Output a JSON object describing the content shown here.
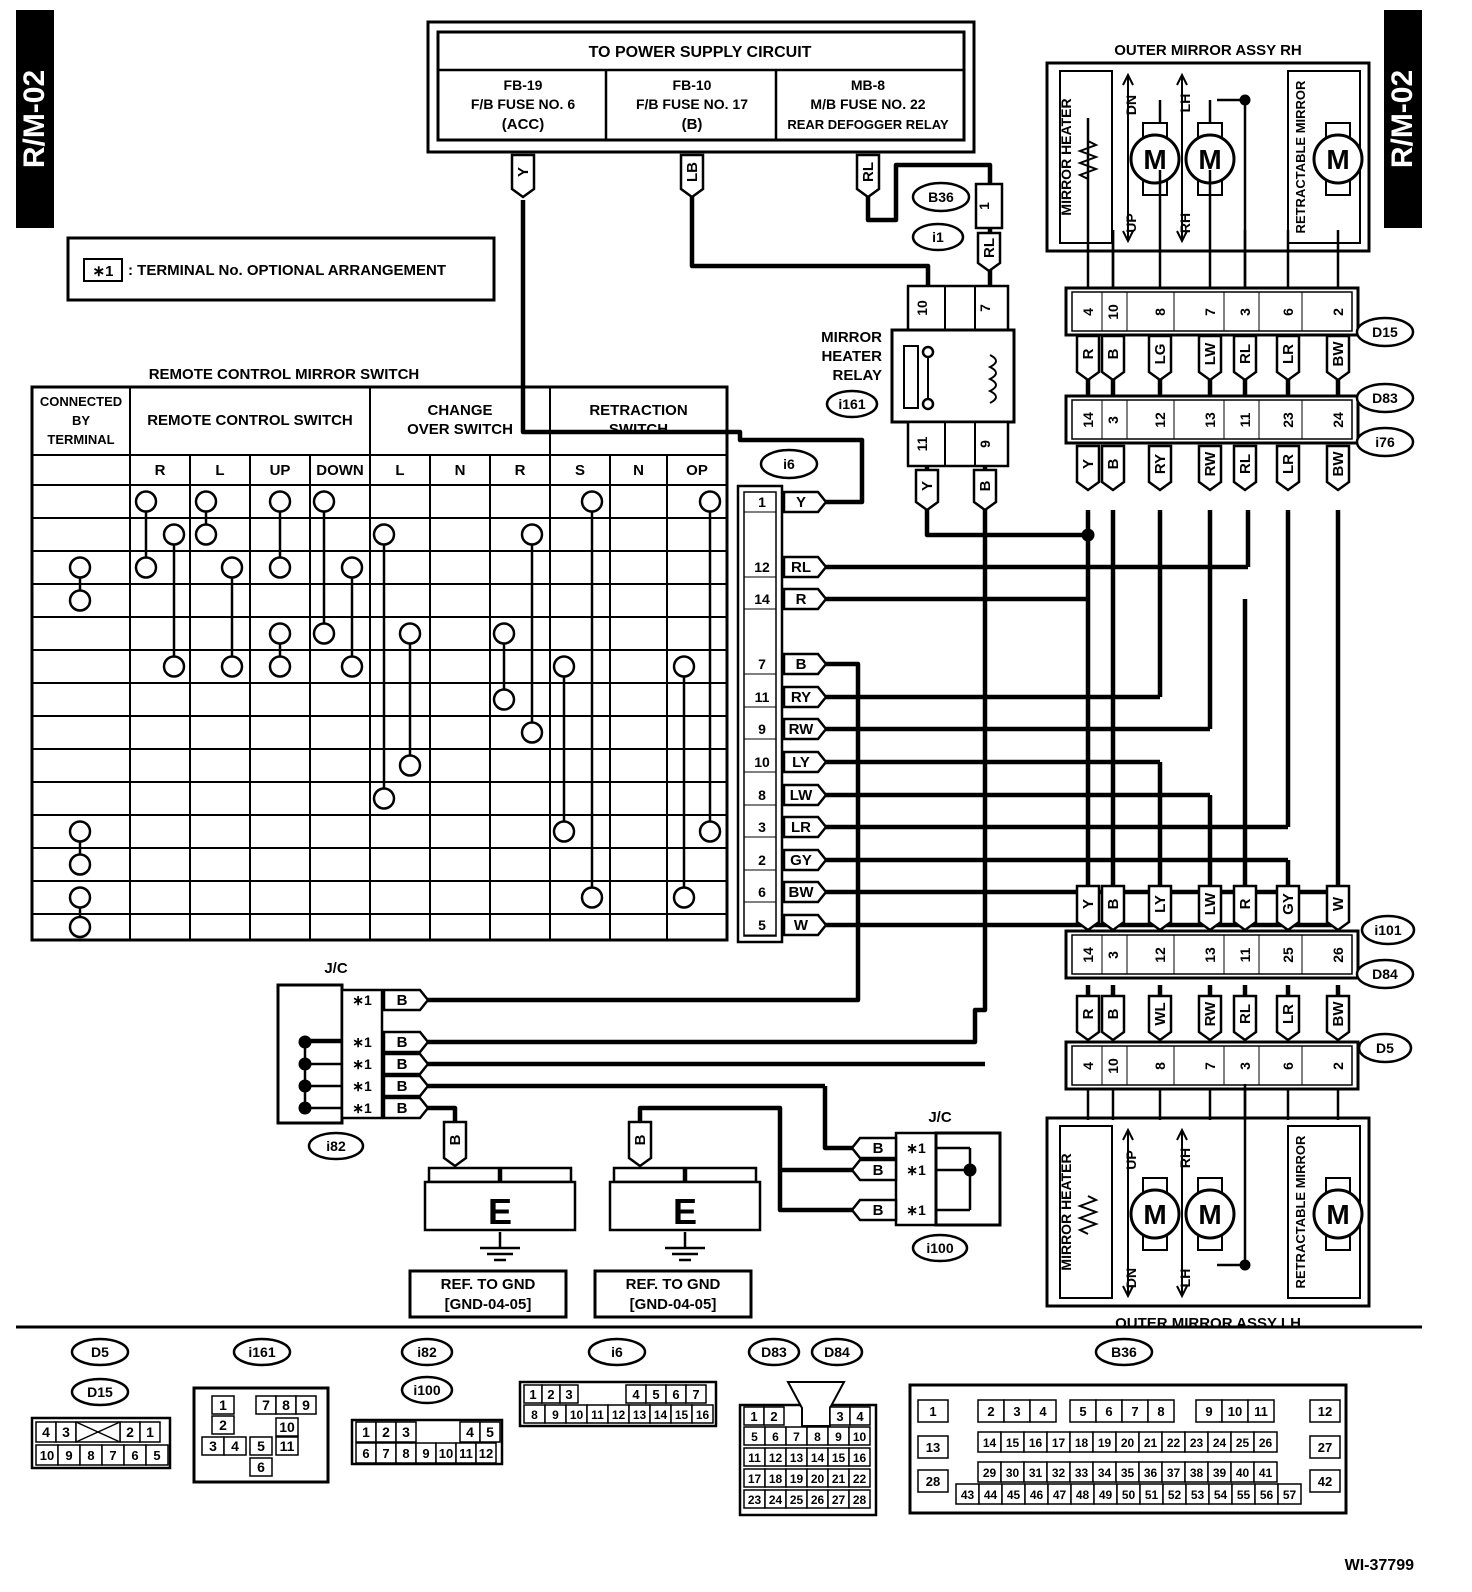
{
  "page_code": "R/M-02",
  "figure_id": "WI-37799",
  "note": {
    "symbol": "∗1",
    "text": ": TERMINAL No. OPTIONAL ARRANGEMENT"
  },
  "power_supply": {
    "title": "TO POWER SUPPLY CIRCUIT",
    "sources": [
      {
        "line1": "FB-19",
        "line2": "F/B FUSE NO. 6",
        "line3": "(ACC)",
        "wire": "Y"
      },
      {
        "line1": "FB-10",
        "line2": "F/B FUSE NO. 17",
        "line3": "(B)",
        "wire": "LB"
      },
      {
        "line1": "MB-8",
        "line2": "M/B FUSE NO. 22",
        "line3": "REAR DEFOGGER RELAY",
        "wire": "RL"
      }
    ]
  },
  "relay": {
    "label": [
      "MIRROR",
      "HEATER",
      "RELAY"
    ],
    "connector": "i161",
    "top_pins": [
      "10",
      "7"
    ],
    "bottom_pins": [
      "11",
      "9"
    ],
    "bottom_wires": [
      "Y",
      "B"
    ]
  },
  "b36": {
    "connector": "B36",
    "sub_connector": "i1",
    "pin": "1",
    "wire": "RL"
  },
  "switch_table": {
    "title": "REMOTE CONTROL MIRROR SWITCH",
    "col_connected": [
      "CONNECTED",
      "BY",
      "TERMINAL"
    ],
    "groups": [
      {
        "name": "REMOTE CONTROL SWITCH",
        "cols": [
          "R",
          "L",
          "UP",
          "DOWN"
        ]
      },
      {
        "name": "CHANGE OVER SWITCH",
        "cols": [
          "L",
          "N",
          "R"
        ]
      },
      {
        "name": "RETRACTION SWITCH",
        "cols": [
          "S",
          "N",
          "OP"
        ]
      }
    ]
  },
  "i6": {
    "connector": "i6",
    "pins": [
      {
        "pin": "1",
        "wire": "Y"
      },
      {
        "pin": "12",
        "wire": "RL"
      },
      {
        "pin": "14",
        "wire": "R"
      },
      {
        "pin": "7",
        "wire": "B"
      },
      {
        "pin": "11",
        "wire": "RY"
      },
      {
        "pin": "9",
        "wire": "RW"
      },
      {
        "pin": "10",
        "wire": "LY"
      },
      {
        "pin": "8",
        "wire": "LW"
      },
      {
        "pin": "3",
        "wire": "LR"
      },
      {
        "pin": "2",
        "wire": "GY"
      },
      {
        "pin": "6",
        "wire": "BW"
      },
      {
        "pin": "5",
        "wire": "W"
      }
    ]
  },
  "mirror_rh": {
    "title": "OUTER MIRROR ASSY RH",
    "heater": "MIRROR HEATER",
    "retract": "RETRACTABLE MIRROR",
    "motor": "M",
    "dir_left": [
      "DN",
      "UP"
    ],
    "dir_right": [
      "LH",
      "RH"
    ]
  },
  "mirror_lh": {
    "title": "OUTER MIRROR ASSY LH",
    "heater": "MIRROR HEATER",
    "retract": "RETRACTABLE MIRROR",
    "motor": "M",
    "dir_left": [
      "UP",
      "DN"
    ],
    "dir_right": [
      "RH",
      "LH"
    ]
  },
  "rh_harness": {
    "d15": {
      "name": "D15",
      "pins": [
        "4",
        "10",
        "8",
        "7",
        "3",
        "6",
        "2"
      ]
    },
    "wires_mirror": [
      "R",
      "B",
      "LG",
      "LW",
      "RL",
      "LR",
      "BW"
    ],
    "d83": {
      "name": "D83",
      "alt": "i76",
      "pins": [
        "14",
        "3",
        "12",
        "13",
        "11",
        "23",
        "24"
      ]
    },
    "wires_body": [
      "Y",
      "B",
      "RY",
      "RW",
      "RL",
      "LR",
      "BW"
    ]
  },
  "lh_harness": {
    "wires_body": [
      "Y",
      "B",
      "LY",
      "LW",
      "R",
      "GY",
      "W"
    ],
    "d84": {
      "name": "D84",
      "alt": "i101",
      "pins": [
        "14",
        "3",
        "12",
        "13",
        "11",
        "25",
        "26"
      ]
    },
    "wires_mirror": [
      "R",
      "B",
      "WL",
      "RW",
      "RL",
      "LR",
      "BW"
    ],
    "d5": {
      "name": "D5",
      "pins": [
        "4",
        "10",
        "8",
        "7",
        "3",
        "6",
        "2"
      ]
    }
  },
  "jc_i82": {
    "label": "J/C",
    "connector": "i82",
    "pin": "∗1",
    "wire": "B"
  },
  "jc_i100": {
    "label": "J/C",
    "connector": "i100",
    "pin": "∗1",
    "wire": "B"
  },
  "grounds": [
    {
      "wire": "B",
      "letter": "E",
      "ref": [
        "REF. TO GND",
        "[GND-04-05]"
      ]
    },
    {
      "wire": "B",
      "letter": "E",
      "ref": [
        "REF. TO GND",
        "[GND-04-05]"
      ]
    }
  ],
  "connector_views": {
    "d5_d15": {
      "labels": [
        "D5",
        "D15"
      ],
      "rows": [
        [
          "4",
          "3",
          "",
          "2",
          "1"
        ],
        [
          "10",
          "9",
          "8",
          "7",
          "6",
          "5"
        ]
      ]
    },
    "i161": {
      "label": "i161",
      "pins": [
        "1",
        "7",
        "8",
        "9",
        "2",
        "10",
        "3",
        "4",
        "5",
        "11",
        "6"
      ]
    },
    "i82_i100": {
      "labels": [
        "i82",
        "i100"
      ],
      "rows": [
        [
          "1",
          "2",
          "3",
          "4",
          "5"
        ],
        [
          "6",
          "7",
          "8",
          "9",
          "10",
          "11",
          "12"
        ]
      ]
    },
    "i6": {
      "label": "i6",
      "rows": [
        [
          "1",
          "2",
          "3",
          "4",
          "5",
          "6",
          "7"
        ],
        [
          "8",
          "9",
          "10",
          "11",
          "12",
          "13",
          "14",
          "15",
          "16"
        ]
      ]
    },
    "d83_d84": {
      "labels": [
        "D83",
        "D84"
      ],
      "rows": [
        [
          "1",
          "2",
          "3",
          "4"
        ],
        [
          "5",
          "6",
          "7",
          "8",
          "9",
          "10"
        ],
        [
          "11",
          "12",
          "13",
          "14",
          "15",
          "16"
        ],
        [
          "17",
          "18",
          "19",
          "20",
          "21",
          "22"
        ],
        [
          "23",
          "24",
          "25",
          "26",
          "27",
          "28"
        ]
      ]
    },
    "b36": {
      "label": "B36",
      "rows": [
        [
          "1",
          "2",
          "3",
          "4",
          "5",
          "6",
          "7",
          "8",
          "9",
          "10",
          "11",
          "12"
        ],
        [
          "13",
          "14",
          "15",
          "16",
          "17",
          "18",
          "19",
          "20",
          "21",
          "22",
          "23",
          "24",
          "25",
          "26",
          "27"
        ],
        [
          "28",
          "29",
          "30",
          "31",
          "32",
          "33",
          "34",
          "35",
          "36",
          "37",
          "38",
          "39",
          "40",
          "41",
          "42"
        ],
        [
          "43",
          "44",
          "45",
          "46",
          "47",
          "48",
          "49",
          "50",
          "51",
          "52",
          "53",
          "54",
          "55",
          "56",
          "57"
        ]
      ]
    }
  }
}
